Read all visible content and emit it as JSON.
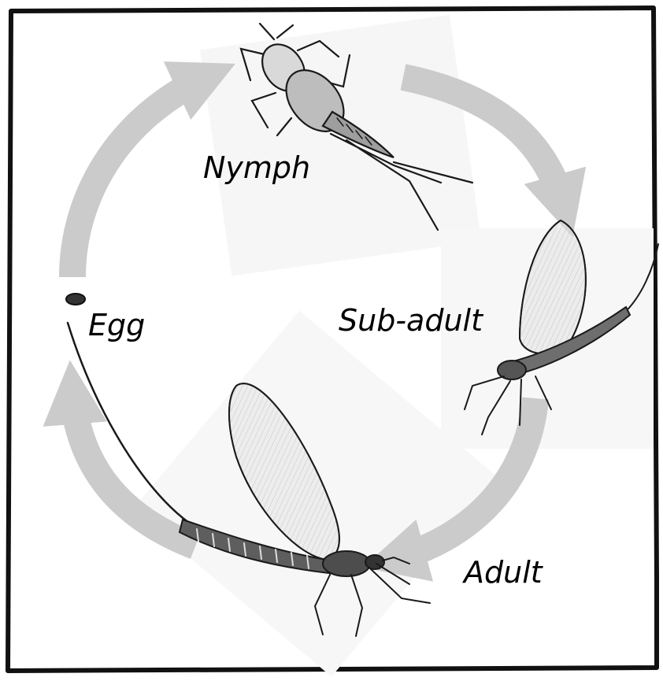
{
  "diagram": {
    "stages": [
      {
        "id": "nymph",
        "label": "Nymph"
      },
      {
        "id": "sub-adult",
        "label": "Sub-adult"
      },
      {
        "id": "egg",
        "label": "Egg"
      },
      {
        "id": "adult",
        "label": "Adult"
      }
    ],
    "arrow_color": "#cbcbcb",
    "frame_color": "#111111",
    "ink_color": "#1a1a1a"
  }
}
